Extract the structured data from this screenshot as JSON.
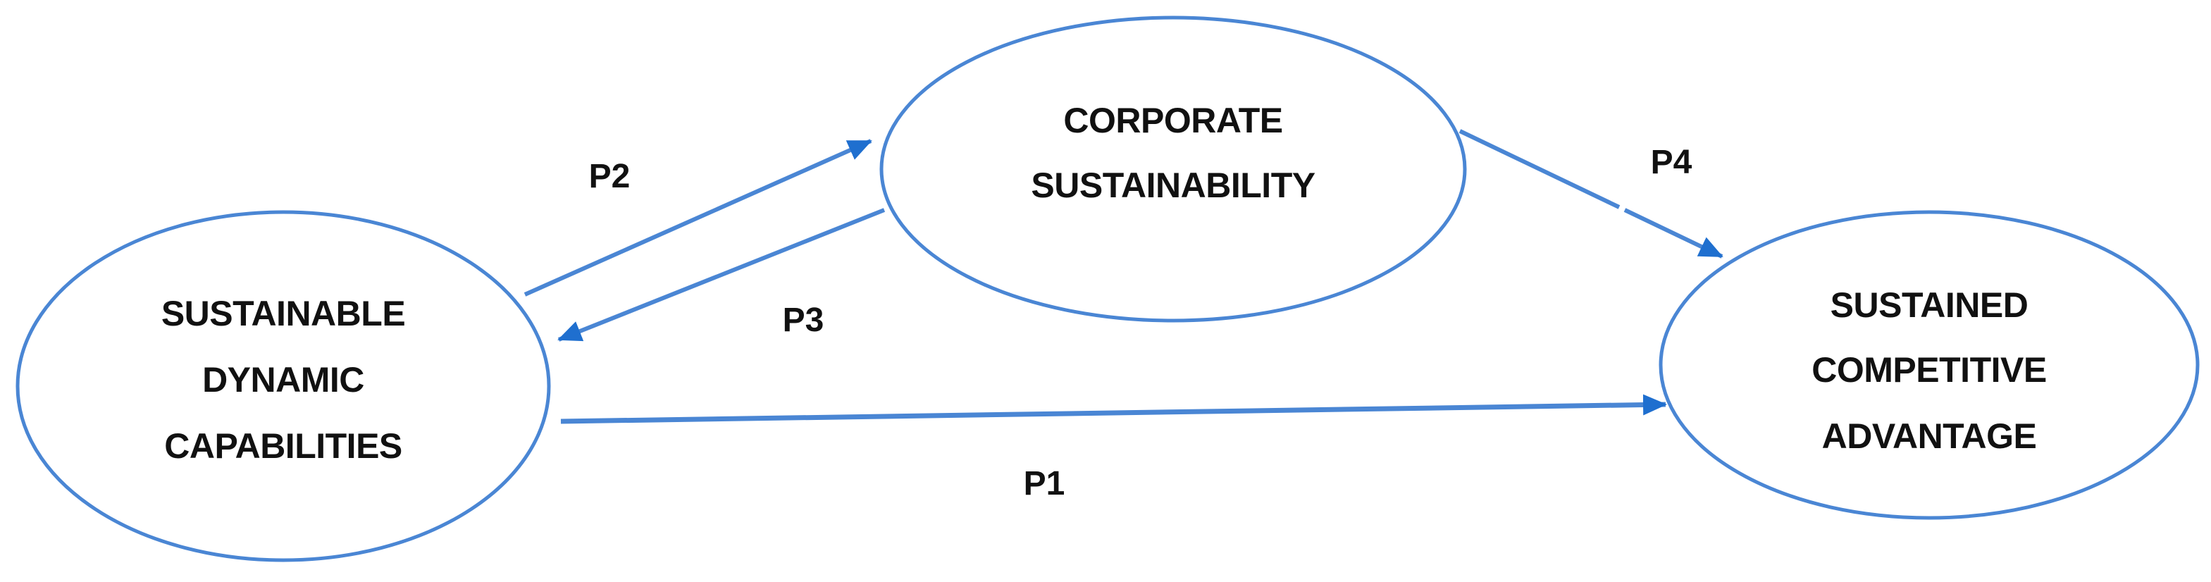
{
  "diagram": {
    "colors": {
      "stroke": "#4a86d4",
      "arrow": "#1f6fcf",
      "text": "#111111",
      "background": "#ffffff"
    },
    "nodes": [
      {
        "id": "sdc",
        "lines": [
          "SUSTAINABLE",
          "DYNAMIC",
          "CAPABILITIES"
        ]
      },
      {
        "id": "cs",
        "lines": [
          "CORPORATE",
          "SUSTAINABILITY"
        ]
      },
      {
        "id": "sca",
        "lines": [
          "SUSTAINED",
          "COMPETITIVE",
          "ADVANTAGE"
        ]
      }
    ],
    "edges": [
      {
        "id": "p1",
        "label": "P1",
        "from": "sdc",
        "to": "sca"
      },
      {
        "id": "p2",
        "label": "P2",
        "from": "sdc",
        "to": "cs"
      },
      {
        "id": "p3",
        "label": "P3",
        "from": "cs",
        "to": "sdc"
      },
      {
        "id": "p4",
        "label": "P4",
        "from": "cs",
        "to": "sca"
      }
    ]
  }
}
